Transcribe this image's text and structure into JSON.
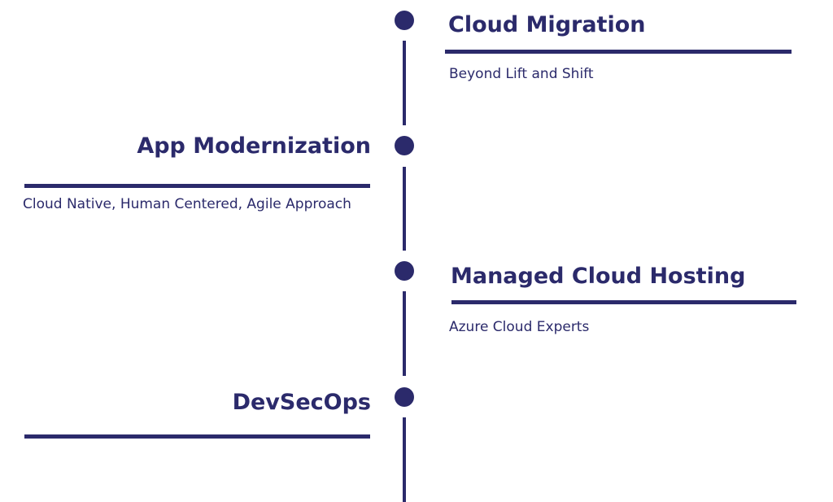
{
  "timeline": {
    "items": [
      {
        "title": "Cloud Migration",
        "subtitle": "Beyond Lift and Shift"
      },
      {
        "title": "App Modernization",
        "subtitle": "Cloud Native, Human Centered, Agile Approach"
      },
      {
        "title": "Managed Cloud Hosting",
        "subtitle": "Azure Cloud Experts"
      },
      {
        "title": "DevSecOps",
        "subtitle": ""
      }
    ]
  },
  "colors": {
    "primary": "#2b2a6b",
    "background": "#ffffff"
  }
}
